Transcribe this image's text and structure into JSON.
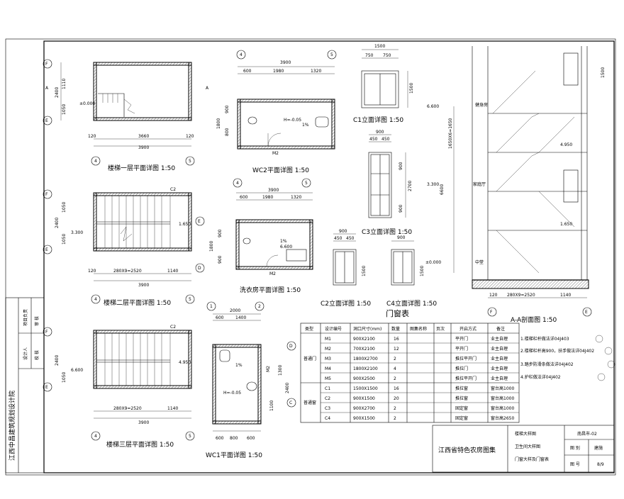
{
  "titles": {
    "stair1": "楼梯一层平面详图 1:50",
    "wc2": "WC2平面详图 1:50",
    "c1": "C1立面详图 1:50",
    "stair2": "楼梯二层平面详图 1:50",
    "laundry": "洗衣房平面详图 1:50",
    "c3": "C3立面详图 1:50",
    "c2": "C2立面详图 1:50",
    "c4": "C4立面详图 1:50",
    "door_window_table": "门窗表",
    "section": "A-A剖面图 1:50",
    "stair3": "楼梯三层平面详图 1:50",
    "wc1": "WC1平面详图 1:50"
  },
  "axes": {
    "a4": "4",
    "a5": "5",
    "aE": "E",
    "aF": "F",
    "aD": "D",
    "aC": "C",
    "a1": "1",
    "a2": "2",
    "sectA": "A"
  },
  "dims": {
    "d3900": "3900",
    "d3660": "3660",
    "d120": "120",
    "d1140": "1140",
    "d2520": "280X9=2520",
    "d2400": "2400",
    "d1050": "1050",
    "d1110": "1110",
    "d600": "600",
    "d1980": "1980",
    "d1320": "1320",
    "d1800": "1800",
    "d900": "900",
    "d800": "800",
    "d1500": "1500",
    "d750": "750",
    "d450": "450",
    "d2700": "2700",
    "d2000": "2000",
    "d1400": "1400",
    "d1300": "1300",
    "d1100": "1100"
  },
  "elev": {
    "e0": "±0.000",
    "e1650": "1.650",
    "e3300": "3.300",
    "e4950": "4.950",
    "e6600": "6.600",
    "h005": "H=-0.05",
    "pct": "1%"
  },
  "labels": {
    "m2": "M2",
    "c2": "C2",
    "gym": "健身房",
    "family": "家庭厅",
    "mid": "中堂",
    "sec_dim_1650": "1650X6=1650",
    "sec_dim_6600": "6600"
  },
  "table": {
    "headers": [
      "类型",
      "设计编号",
      "洞口尺寸(mm)",
      "数量",
      "图集名称",
      "页次",
      "开启方式",
      "备注"
    ],
    "group_door": "普通门",
    "group_window": "普通窗",
    "rows": [
      [
        "M1",
        "900X2100",
        "16",
        "",
        "",
        "平开门",
        "业主自理"
      ],
      [
        "M2",
        "700X2100",
        "12",
        "",
        "",
        "平开门",
        "业主自理"
      ],
      [
        "M3",
        "1800X2700",
        "2",
        "",
        "",
        "推拉平开门",
        "业主自理"
      ],
      [
        "M4",
        "1800X2100",
        "4",
        "",
        "",
        "推拉门",
        "业主自理"
      ],
      [
        "M5",
        "900X2500",
        "2",
        "",
        "",
        "推拉平开门",
        "业主自理"
      ],
      [
        "C1",
        "1500X1500",
        "16",
        "",
        "",
        "推拉窗",
        "窗台高1000"
      ],
      [
        "C2",
        "900X1500",
        "20",
        "",
        "",
        "推拉窗",
        "窗台高1000"
      ],
      [
        "C3",
        "900X2700",
        "2",
        "",
        "",
        "固定窗",
        "窗台高1000"
      ],
      [
        "C4",
        "900X1500",
        "2",
        "",
        "",
        "固定窗",
        "窗台高2650"
      ]
    ]
  },
  "notes": [
    "1.楼梯栏杆做法详04J403",
    "2.楼梯栏杆高900，扶手做法详04J402",
    "3.踏步防滑条做法详04J402",
    "4.护栏做法详04J402"
  ],
  "title_block": {
    "institute": "江西中昌建筑规划设计院",
    "designer": "设计人",
    "proofer": "校 核",
    "dept_head": "项目负责",
    "approver": "审 核",
    "atlas": "江西省特色农房图集",
    "drawing_names": [
      "楼梯大样图",
      "卫生间大样图",
      "门窗大样及门窗表"
    ],
    "project": "南昌市-02",
    "category_label": "图 别",
    "category_value": "建施",
    "number_label": "图 号",
    "number_value": "8/9"
  }
}
